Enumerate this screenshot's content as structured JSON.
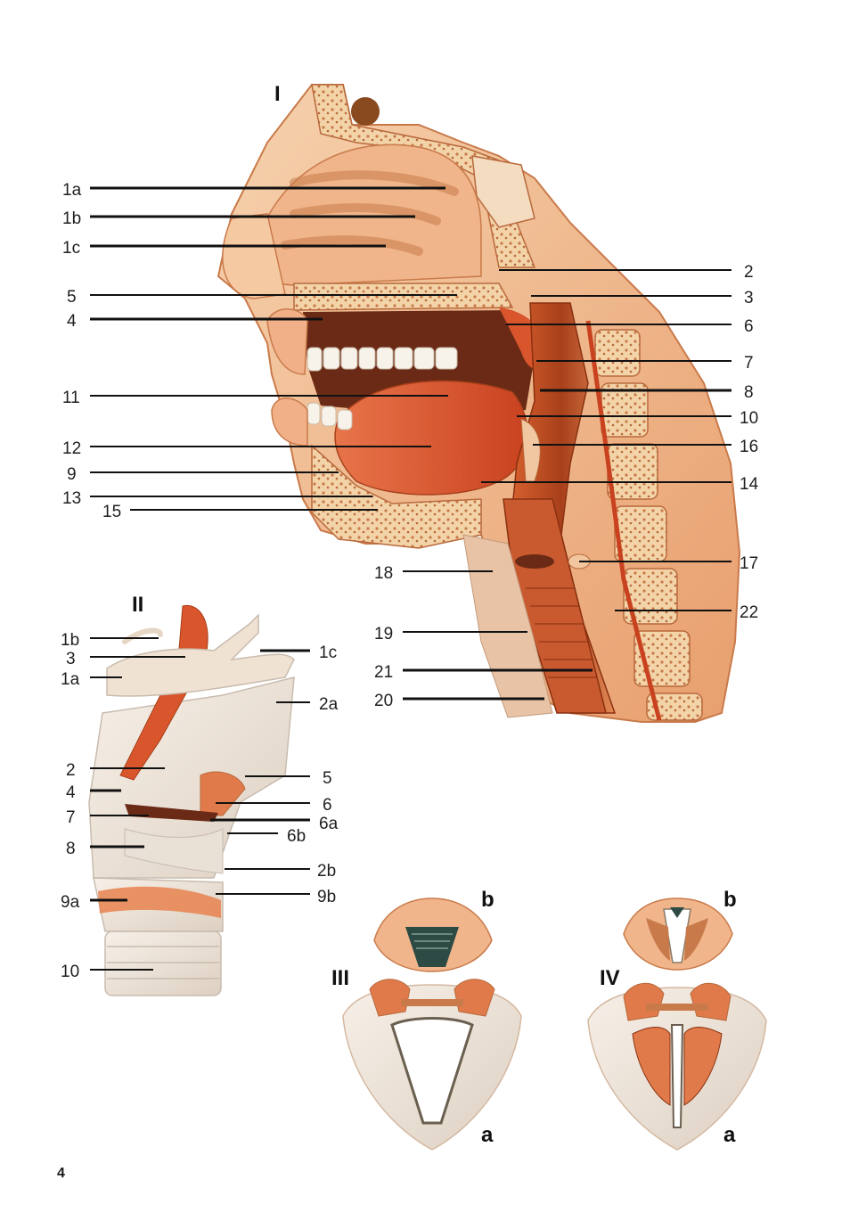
{
  "figure_numerals": {
    "I": "I",
    "II": "II",
    "III": "III",
    "IV": "IV"
  },
  "sub_labels": {
    "III_b": "b",
    "III_a": "a",
    "IV_b": "b",
    "IV_a": "a"
  },
  "fig1_left_labels": [
    "1a",
    "1b",
    "1c",
    "5",
    "4",
    "11",
    "12",
    "9",
    "13",
    "15"
  ],
  "fig1_right_labels": [
    "2",
    "3",
    "6",
    "7",
    "8",
    "10",
    "16",
    "14",
    "17",
    "22"
  ],
  "fig1_bottom_labels": [
    "18",
    "19",
    "21",
    "20"
  ],
  "fig2_left_labels": [
    "1b",
    "3",
    "1a",
    "2",
    "4",
    "7",
    "8",
    "9a",
    "10"
  ],
  "fig2_right_labels": [
    "1c",
    "2a",
    "5",
    "6",
    "6a",
    "6b",
    "2b",
    "9b"
  ],
  "page_number": "4",
  "colors": {
    "skin": "#f2c39a",
    "flesh": "#e07a4a",
    "muscle": "#d9552c",
    "bone": "#f1d7b4",
    "cartilage": "#efe6dc",
    "dark_cavity": "#6b2a15",
    "label": "#1f1f1f"
  },
  "icons": [
    "sagittal-head-illustration",
    "larynx-illustration",
    "vocal-folds-open-illustration",
    "vocal-folds-closed-illustration"
  ]
}
